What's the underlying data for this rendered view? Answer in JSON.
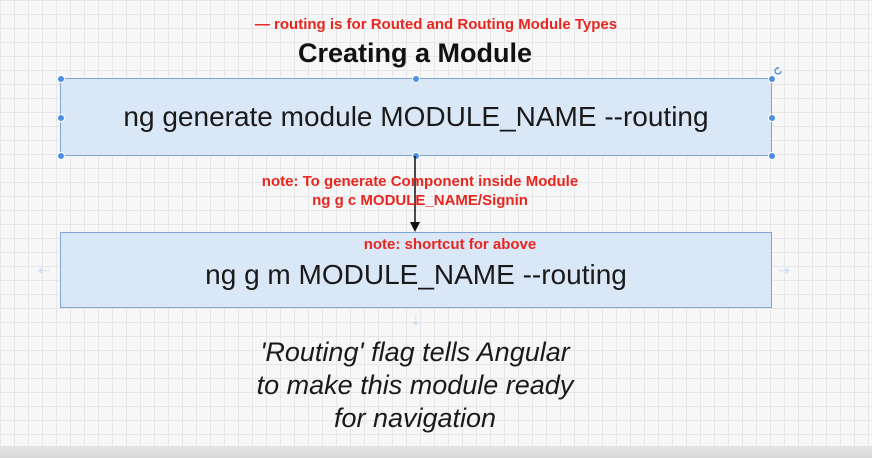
{
  "notes": {
    "top": "— routing is for Routed and Routing Module Types",
    "component_line1": "note: To generate Component inside Module",
    "component_line2": "ng g c MODULE_NAME/Signin",
    "shortcut": "note: shortcut for above"
  },
  "title": "Creating a Module",
  "boxes": {
    "generate_command": "ng generate module MODULE_NAME --routing",
    "shortcut_command": "ng g m MODULE_NAME --routing"
  },
  "caption": {
    "line1": "'Routing' flag tells Angular",
    "line2": "to make this module ready",
    "line3": "for navigation"
  },
  "colors": {
    "note_red": "#e8261f",
    "box_fill": "#dae7f7",
    "box_border": "#7fa6d6",
    "handle_blue": "#4a90e2"
  },
  "icons": {
    "rotate": "rotate-icon",
    "connector": "arrow-down-icon"
  }
}
